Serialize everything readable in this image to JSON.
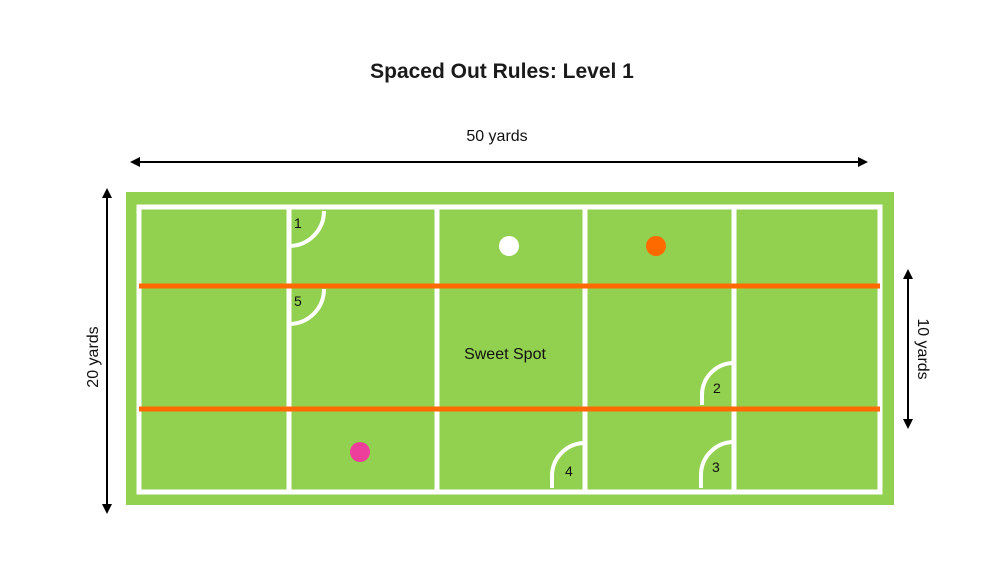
{
  "title": "Spaced Out Rules: Level 1",
  "dimensions": {
    "width_label": "50 yards",
    "height_label": "20 yards",
    "band_label": "10 yards"
  },
  "zones": {
    "center_label": "Sweet Spot"
  },
  "markers": [
    {
      "number": "1"
    },
    {
      "number": "2"
    },
    {
      "number": "3"
    },
    {
      "number": "4"
    },
    {
      "number": "5"
    }
  ],
  "players": [
    {
      "color": "#ffffff"
    },
    {
      "color": "#ff6a00"
    },
    {
      "color": "#ee3e9b"
    }
  ],
  "colors": {
    "field": "#92d050",
    "field_border": "#7fc241",
    "lines": "#ffffff",
    "band_lines": "#ff6a00"
  }
}
